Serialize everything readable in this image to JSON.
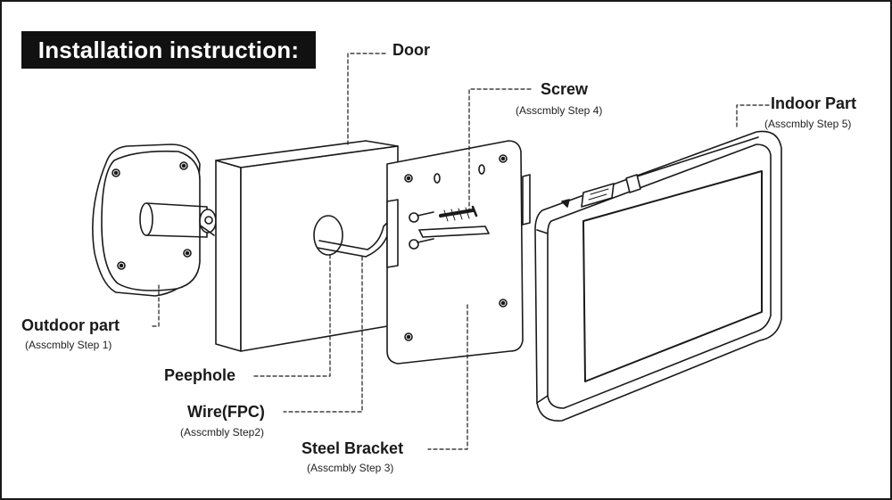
{
  "title": "Installation instruction:",
  "parts": {
    "door": {
      "name": "Door"
    },
    "screw": {
      "name": "Screw",
      "step": "(Asscmbly Step 4)"
    },
    "indoor": {
      "name": "Indoor Part",
      "step": "(Asscmbly Step 5)"
    },
    "outdoor": {
      "name": "Outdoor part",
      "step": "(Asscmbly Step 1)"
    },
    "peephole": {
      "name": "Peephole"
    },
    "wire": {
      "name": "Wire(FPC)",
      "step": "(Asscmbly Step2)"
    },
    "bracket": {
      "name": "Steel Bracket",
      "step": "(Asscmbly Step 3)"
    }
  }
}
